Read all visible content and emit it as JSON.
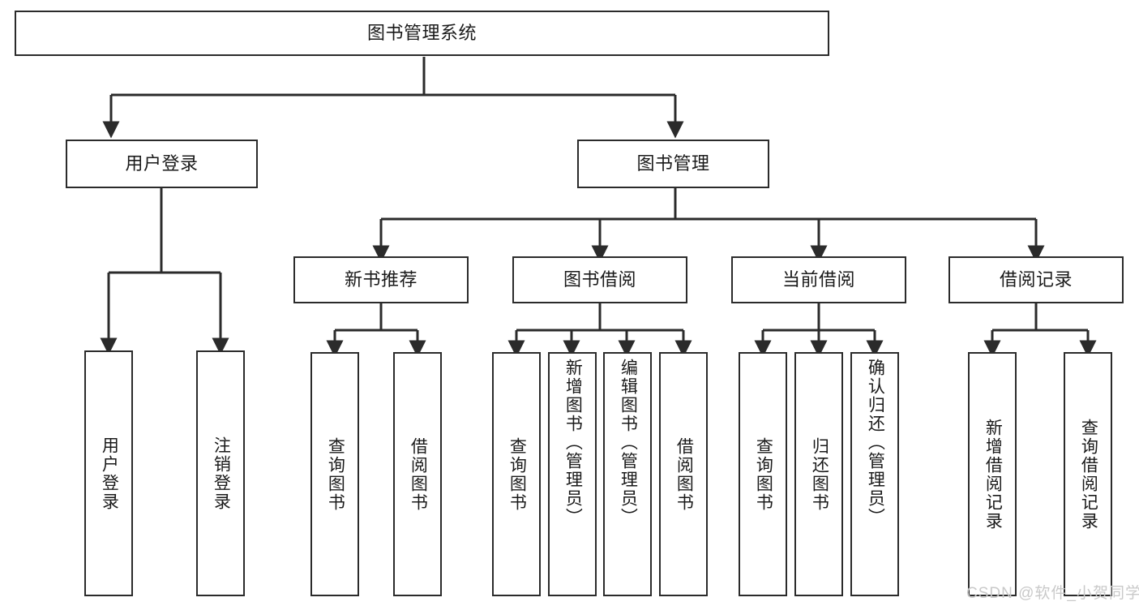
{
  "diagram": {
    "title": "图书管理系统",
    "watermark": "CSDN @软件_小贺同学",
    "colors": {
      "stroke": "#2b2b2b",
      "background": "#ffffff",
      "text": "#1a1a1a",
      "watermark": "#c9c9c9"
    },
    "root": {
      "label": "图书管理系统"
    },
    "level2": [
      {
        "label": "用户登录"
      },
      {
        "label": "图书管理"
      }
    ],
    "level3": [
      {
        "label": "新书推荐"
      },
      {
        "label": "图书借阅"
      },
      {
        "label": "当前借阅"
      },
      {
        "label": "借阅记录"
      }
    ],
    "leaves": [
      {
        "label": "用户登录",
        "parent": "用户登录"
      },
      {
        "label": "注销登录",
        "parent": "用户登录"
      },
      {
        "label": "查询图书",
        "parent": "新书推荐"
      },
      {
        "label": "借阅图书",
        "parent": "新书推荐"
      },
      {
        "label": "查询图书",
        "parent": "图书借阅"
      },
      {
        "label": "新增图书（管理员）",
        "parent": "图书借阅"
      },
      {
        "label": "编辑图书（管理员）",
        "parent": "图书借阅"
      },
      {
        "label": "借阅图书",
        "parent": "图书借阅"
      },
      {
        "label": "查询图书",
        "parent": "当前借阅"
      },
      {
        "label": "归还图书",
        "parent": "当前借阅"
      },
      {
        "label": "确认归还（管理员）",
        "parent": "当前借阅"
      },
      {
        "label": "新增借阅记录",
        "parent": "借阅记录"
      },
      {
        "label": "查询借阅记录",
        "parent": "借阅记录"
      }
    ]
  }
}
